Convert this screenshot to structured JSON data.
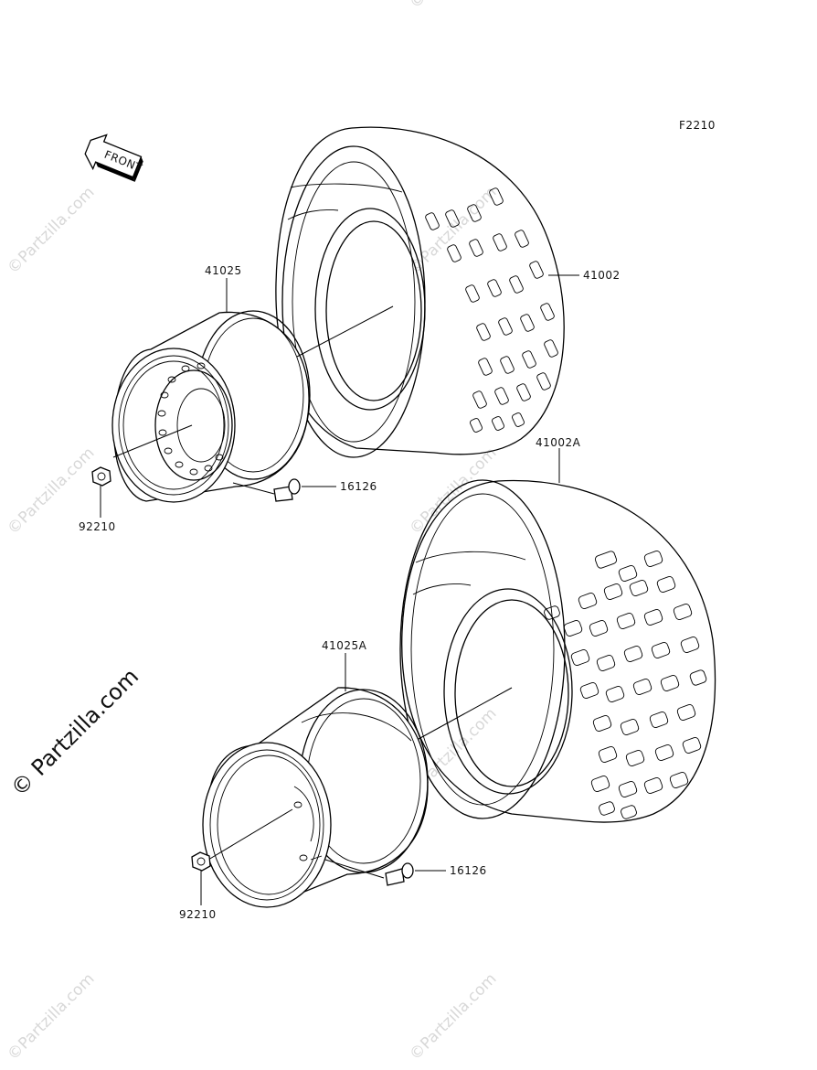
{
  "figure_code": "F2210",
  "front_label": "FRONT",
  "parts": {
    "front_tire": "41002",
    "rear_tire": "41002A",
    "front_wheel": "41025",
    "rear_wheel": "41025A",
    "front_valve": "16126",
    "rear_valve": "16126",
    "front_nut": "92210",
    "rear_nut": "92210"
  },
  "watermark": {
    "text": "Partzilla.com",
    "symbol": "©",
    "main_text": "© Partzilla.com"
  }
}
